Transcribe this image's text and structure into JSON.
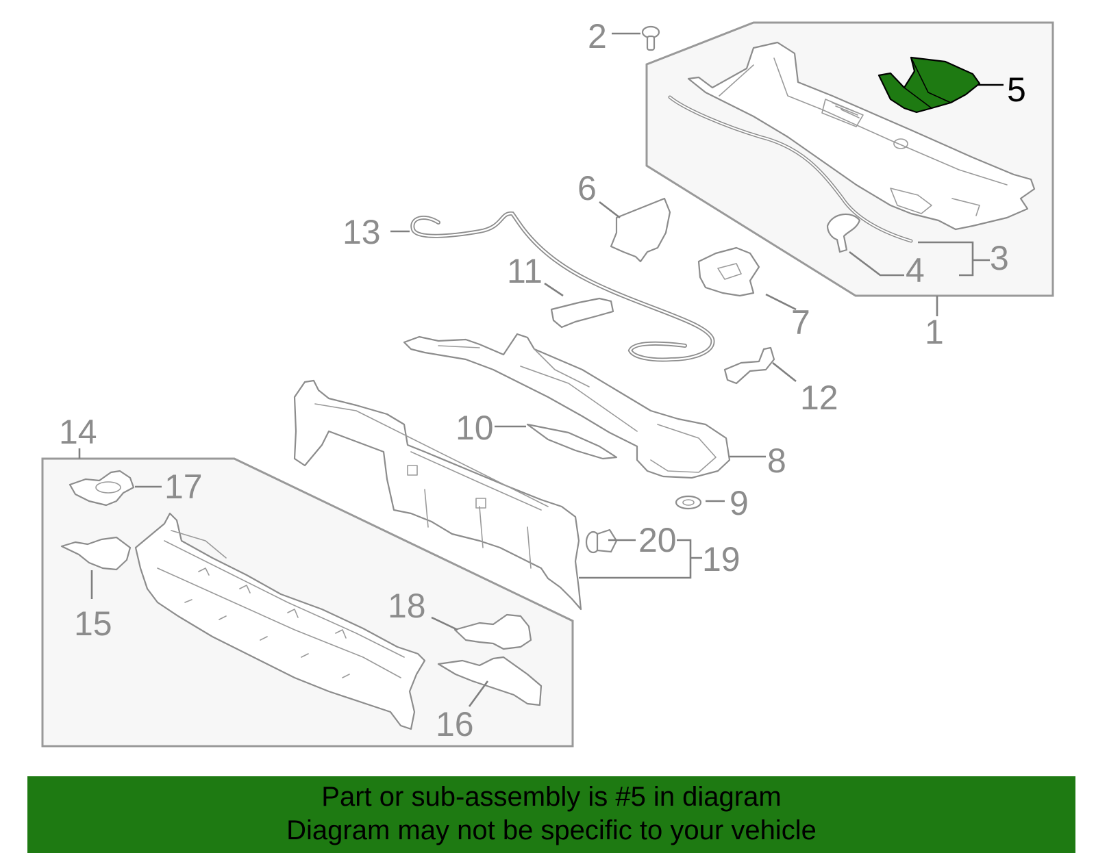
{
  "diagram": {
    "callouts": [
      {
        "id": "1",
        "label": "1"
      },
      {
        "id": "2",
        "label": "2"
      },
      {
        "id": "3",
        "label": "3"
      },
      {
        "id": "4",
        "label": "4"
      },
      {
        "id": "5",
        "label": "5"
      },
      {
        "id": "6",
        "label": "6"
      },
      {
        "id": "7",
        "label": "7"
      },
      {
        "id": "8",
        "label": "8"
      },
      {
        "id": "9",
        "label": "9"
      },
      {
        "id": "10",
        "label": "10"
      },
      {
        "id": "11",
        "label": "11"
      },
      {
        "id": "12",
        "label": "12"
      },
      {
        "id": "13",
        "label": "13"
      },
      {
        "id": "14",
        "label": "14"
      },
      {
        "id": "15",
        "label": "15"
      },
      {
        "id": "16",
        "label": "16"
      },
      {
        "id": "17",
        "label": "17"
      },
      {
        "id": "18",
        "label": "18"
      },
      {
        "id": "19",
        "label": "19"
      },
      {
        "id": "20",
        "label": "20"
      }
    ],
    "highlighted_part": "5",
    "highlight_color": "#1e7a12",
    "line_color": "#8c8c8c",
    "box_fill": "#f7f7f7"
  },
  "banner": {
    "line1": "Part or sub-assembly is #5 in diagram",
    "line2": "Diagram may not be specific to your vehicle",
    "background": "#1e7a12"
  }
}
